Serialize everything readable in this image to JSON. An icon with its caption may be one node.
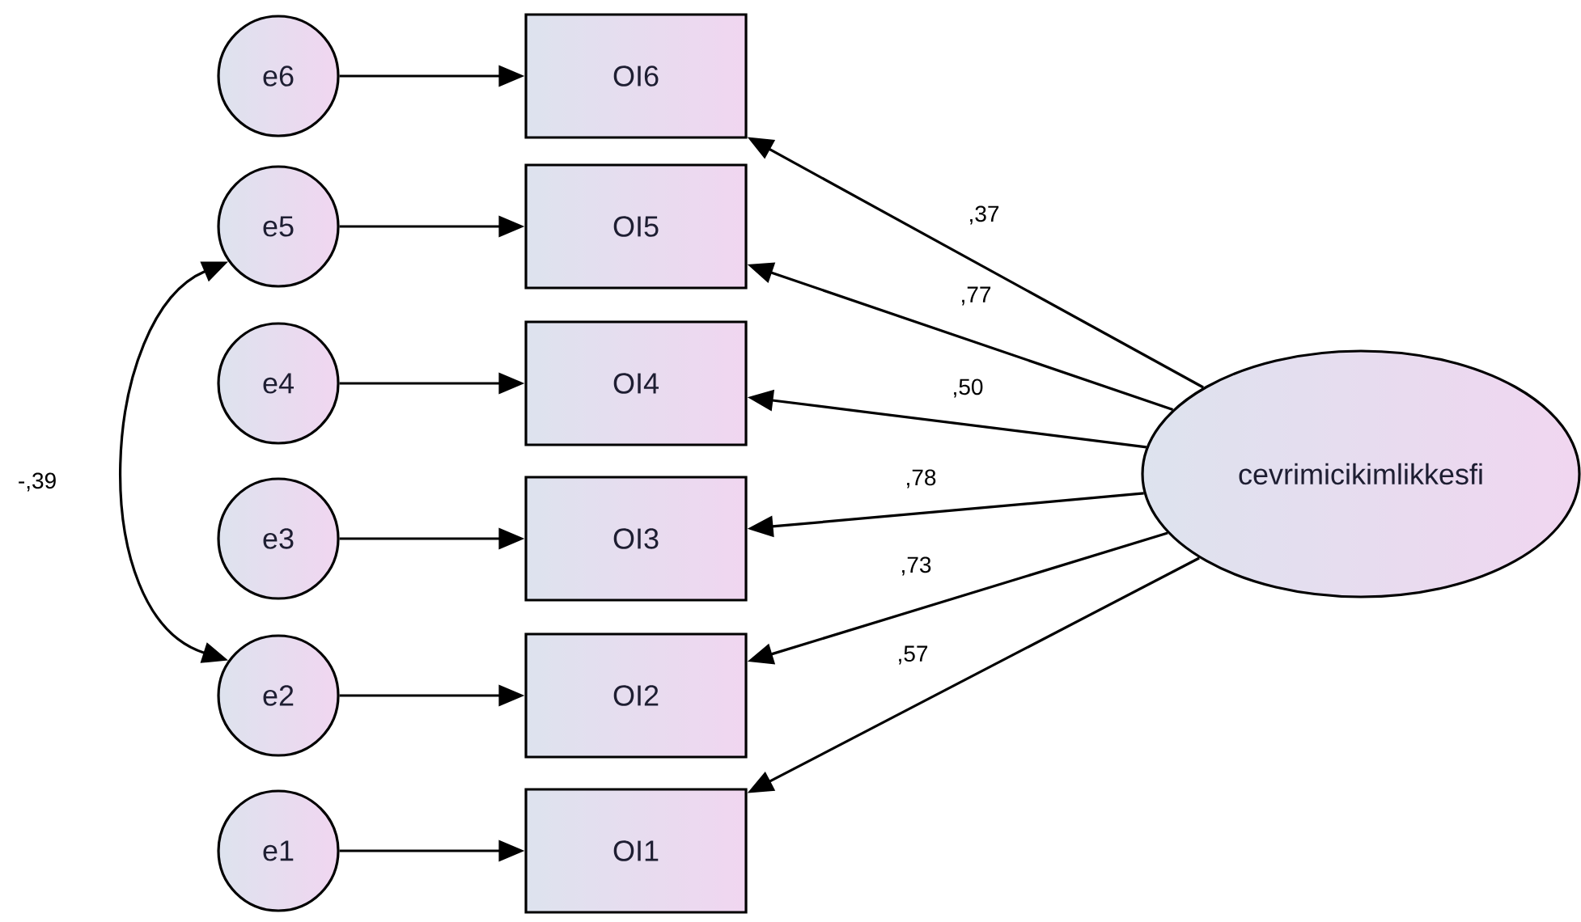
{
  "diagram": {
    "nodes": [
      {
        "text": [
          "e6"
        ]
      },
      {
        "text": [
          "OI6"
        ]
      },
      {
        "text": [
          "e5"
        ]
      },
      {
        "text": [
          "OI5"
        ]
      },
      {
        "text": [
          "e4"
        ]
      },
      {
        "text": [
          "OI4"
        ]
      },
      {
        "text": [
          "e3"
        ]
      },
      {
        "text": [
          "OI3"
        ]
      },
      {
        "text": [
          "e2"
        ]
      },
      {
        "text": [
          "OI2"
        ]
      },
      {
        "text": [
          "e1"
        ]
      },
      {
        "text": [
          "OI1"
        ]
      },
      {
        "text": [
          "cevrimicikimlikkesfi"
        ]
      }
    ],
    "edges": [
      {
        "from": 0,
        "to": 1,
        "arrow": "to"
      },
      {
        "from": 2,
        "to": 3,
        "arrow": "to"
      },
      {
        "from": 4,
        "to": 5,
        "arrow": "to"
      },
      {
        "from": 6,
        "to": 7,
        "arrow": "to"
      },
      {
        "from": 8,
        "to": 9,
        "arrow": "to"
      },
      {
        "from": 10,
        "to": 11,
        "arrow": "to"
      },
      {
        "from": 12,
        "to": 1,
        "arrow": "to",
        "label": ",37"
      },
      {
        "from": 12,
        "to": 3,
        "arrow": "to",
        "label": ",77"
      },
      {
        "from": 12,
        "to": 5,
        "arrow": "to",
        "label": ",50"
      },
      {
        "from": 12,
        "to": 7,
        "arrow": "to",
        "label": ",78"
      },
      {
        "from": 12,
        "to": 9,
        "arrow": "to",
        "label": ",73"
      },
      {
        "from": 12,
        "to": 11,
        "arrow": "to",
        "label": ",57"
      },
      {
        "from": 2,
        "to": 8,
        "arrow": "both",
        "label": "-,39"
      }
    ]
  }
}
